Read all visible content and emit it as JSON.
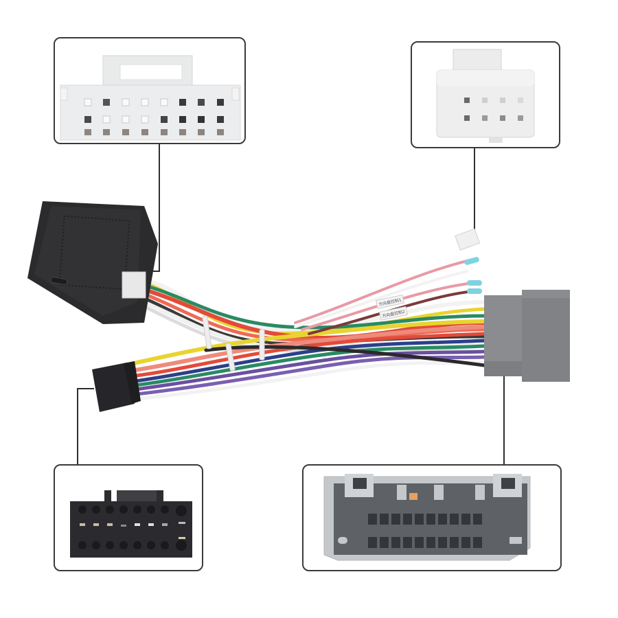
{
  "product": {
    "description": "Car stereo wiring harness adapter with CAN-bus decoder box and steering wheel control leads",
    "wire_labels": [
      "方向盘控制1",
      "方向盘控制2"
    ]
  },
  "callouts": [
    {
      "id": "top-left",
      "subject": "white 24-pin connector (front view)",
      "pin_rows": 3,
      "pin_cols": 8
    },
    {
      "id": "top-right",
      "subject": "white 8-pin connector (front view)",
      "pin_rows": 2,
      "pin_cols": 4
    },
    {
      "id": "bottom-left",
      "subject": "black 16-pin ISO head unit connector (front view)",
      "pin_rows": 3,
      "pin_cols": 8
    },
    {
      "id": "bottom-right",
      "subject": "grey 24-pin vehicle connector (front view)",
      "pin_rows": 2,
      "pin_cols": 10
    }
  ],
  "colors": {
    "background": "#ffffff",
    "box_border": "#3a3a3a",
    "white_connector": "#eeeeee",
    "black_connector": "#2a2a2e",
    "grey_connector": "#7d7f82",
    "decoder_box": "#2b2b2d",
    "wires": [
      "#e8d430",
      "#e34a3a",
      "#ee8b7c",
      "#2a8a62",
      "#6b4fa0",
      "#2c3f8a",
      "#3a3a3a",
      "#f2f2f2",
      "#e89aa5",
      "#8a8a8a"
    ]
  }
}
